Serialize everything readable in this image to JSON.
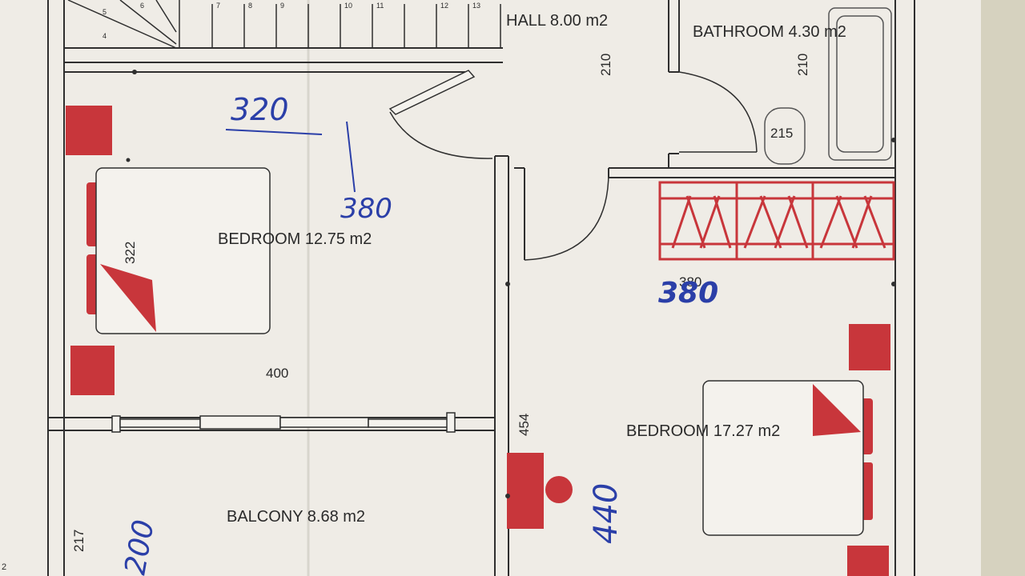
{
  "rooms": [
    {
      "label": "HALL 8.00 m2"
    },
    {
      "label": "BATHROOM 4.30 m2"
    },
    {
      "label": "BEDROOM 12.75 m2"
    },
    {
      "label": "BEDROOM 17.27 m2"
    },
    {
      "label": "BALCONY 8.68 m2"
    }
  ],
  "dimensions": {
    "hall_height": "210",
    "bath_height": "210",
    "wc_dim": "215",
    "bed1_bed_width": "322",
    "bed1_width": "400",
    "corridor_length": "454",
    "balcony_depth": "217",
    "wardrobe_printed": "380",
    "page_number": "2"
  },
  "handwritten": {
    "bed1_width": "320",
    "bed1_length": "380",
    "wardrobe": "380",
    "bed2_length": "440",
    "balcony": "200"
  },
  "stair_steps": [
    "4",
    "5",
    "6",
    "7",
    "8",
    "9",
    "10",
    "11",
    "12",
    "13"
  ],
  "colors": {
    "paper": "#efece6",
    "line": "#2f2f2f",
    "furniture_red": "#c8363b",
    "ink_blue": "#2b3fa8"
  }
}
